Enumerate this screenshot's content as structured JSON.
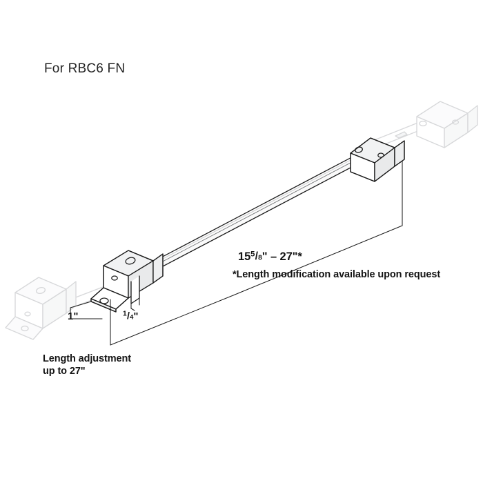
{
  "drawing": {
    "title": "For RBC6 FN",
    "product_code": "RBC6 FN",
    "type": "isometric-technical-drawing",
    "background_color": "#ffffff",
    "line_color": "#1b1b1b",
    "ghost_line_color": "#d6d7d9",
    "shade_color": "#eceded",
    "annotations": {
      "length_range_whole": "15",
      "length_range_frac_num": "5",
      "length_range_frac_den": "8",
      "length_range_tail": "\" – 27\"*",
      "length_range_full": "15 5/8\" – 27\"*",
      "note": "*Length modification available upon request",
      "dim_width_label": "1\"",
      "dim_thickness_num": "1",
      "dim_thickness_den": "4",
      "dim_thickness_tail": "\"",
      "dim_thickness_full": "1/4\"",
      "length_adjust_line1": "Length adjustment",
      "length_adjust_line2": "up to 27\""
    },
    "parts": [
      {
        "name": "left-bracket",
        "state": "solid"
      },
      {
        "name": "right-bracket",
        "state": "solid"
      },
      {
        "name": "connecting-rod",
        "state": "solid"
      },
      {
        "name": "left-bracket-ghost",
        "state": "ghost"
      },
      {
        "name": "right-bracket-ghost",
        "state": "ghost"
      },
      {
        "name": "rod-extension-ghost",
        "state": "ghost"
      }
    ]
  }
}
